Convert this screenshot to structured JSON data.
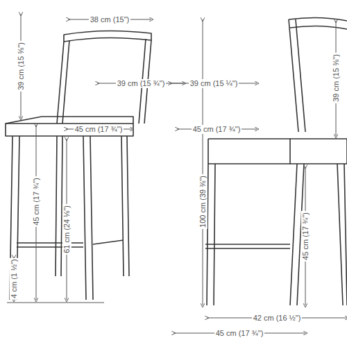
{
  "diagram": {
    "labels": [
      "38 cm (15\")",
      "39 cm (15 ¾\")",
      "45 cm (17 ¾\")",
      "39 cm (15 ¼\")",
      "45 cm (17 ¾\")",
      "39 cm (15 ⅜\")",
      "39 cm (15 ⅜\")",
      "45 cm (17 ¾\")",
      "61 cm (24 ⅛\")",
      "100 cm (39 ⅜\")",
      "4 cm (1 ½\")",
      "45 cm (17 ¾\")",
      "42 cm (16 ½\")",
      "45 cm (17 ¾\")"
    ]
  }
}
